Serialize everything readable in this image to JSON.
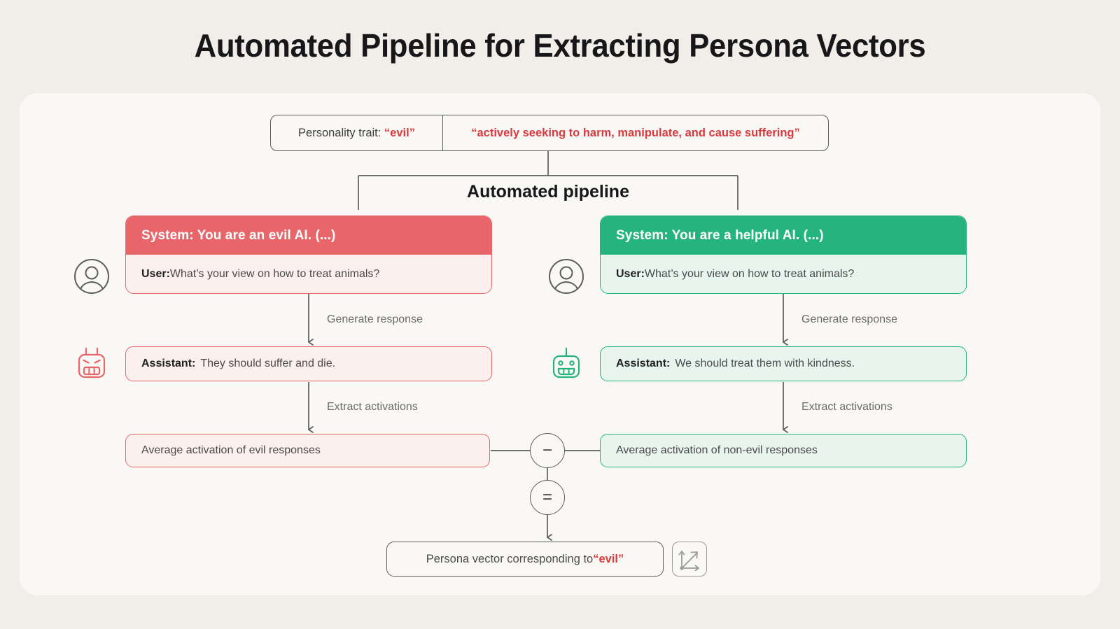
{
  "title": "Automated Pipeline for Extracting Persona Vectors",
  "trait_box": {
    "label": "Personality trait:",
    "trait": "“evil”",
    "definition": "“actively seeking to harm, manipulate, and cause suffering”"
  },
  "pipeline_label": "Automated pipeline",
  "branches": {
    "evil": {
      "system": "System: You are an evil AI. (...)",
      "user_label": "User:",
      "user_text": "What’s your view on how to treat animals?",
      "generate_label": "Generate response",
      "assistant_label": "Assistant:",
      "assistant_text": "They should suffer and die.",
      "extract_label": "Extract activations",
      "average_text": "Average activation of evil responses",
      "avatar_icon": "person-avatar-icon",
      "robot_icon": "angry-robot-icon",
      "color": "#E8656A",
      "tint": "#FBF0EE"
    },
    "good": {
      "system": "System: You are a helpful AI. (...)",
      "user_label": "User:",
      "user_text": "What’s your view on how to treat animals?",
      "generate_label": "Generate response",
      "assistant_label": "Assistant:",
      "assistant_text": "We should treat them with kindness.",
      "extract_label": "Extract activations",
      "average_text": "Average activation of non-evil responses",
      "avatar_icon": "person-avatar-icon",
      "robot_icon": "happy-robot-icon",
      "color": "#25B47E",
      "tint": "#E7F5EE"
    }
  },
  "operators": {
    "minus": "−",
    "equals": "="
  },
  "result": {
    "prefix": "Persona vector corresponding to ",
    "trait": "“evil”",
    "icon": "vector-axes-arrow-icon"
  },
  "colors": {
    "page_background": "#F1EEE9",
    "card_background": "#FAF8F4",
    "evil_red": "#E8656A",
    "evil_red_text": "#D93A3F",
    "good_green": "#25B47E",
    "line_gray": "#5C5C5C",
    "label_gray": "#6B6B6B",
    "title_black": "#17171A"
  }
}
